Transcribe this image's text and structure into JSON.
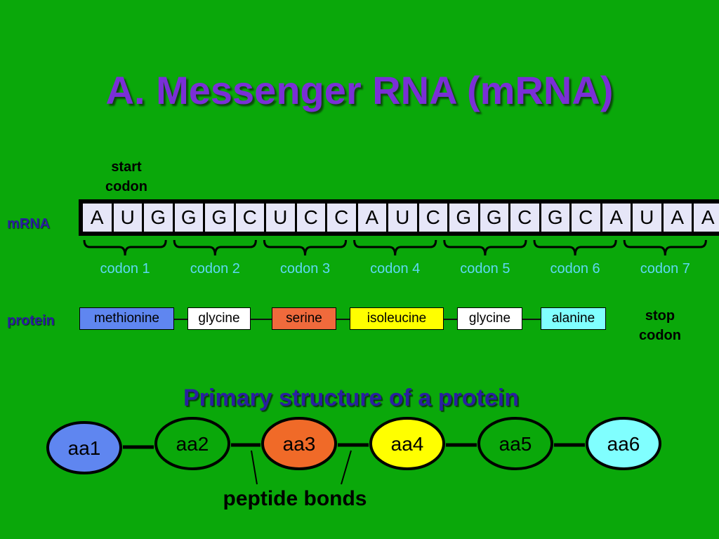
{
  "title": "A. Messenger RNA (mRNA)",
  "start_label_line1": "start",
  "start_label_line2": "codon",
  "mrna_label": "mRNA",
  "protein_label": "protein",
  "bases": [
    "A",
    "U",
    "G",
    "G",
    "G",
    "C",
    "U",
    "C",
    "C",
    "A",
    "U",
    "C",
    "G",
    "G",
    "C",
    "G",
    "C",
    "A",
    "U",
    "A",
    "A"
  ],
  "codons": [
    "codon 1",
    "codon 2",
    "codon 3",
    "codon 4",
    "codon 5",
    "codon 6",
    "codon 7"
  ],
  "amino_acids": [
    {
      "name": "methionine",
      "color": "#5f86f0"
    },
    {
      "name": "glycine",
      "color": "#ffffff"
    },
    {
      "name": "serine",
      "color": "#f06a3c"
    },
    {
      "name": "isoleucine",
      "color": "#ffff00"
    },
    {
      "name": "glycine",
      "color": "#ffffff"
    },
    {
      "name": "alanine",
      "color": "#80ffff"
    }
  ],
  "stop_label_line1": "stop",
  "stop_label_line2": "codon",
  "subtitle": "Primary structure of a protein",
  "beads": [
    {
      "label": "aa1",
      "color": "#5f86f0"
    },
    {
      "label": "aa2",
      "color": "#0aa80a"
    },
    {
      "label": "aa3",
      "color": "#f06a28"
    },
    {
      "label": "aa4",
      "color": "#ffff00"
    },
    {
      "label": "aa5",
      "color": "#0aa80a"
    },
    {
      "label": "aa6",
      "color": "#80ffff"
    }
  ],
  "peptide_label": "peptide bonds",
  "colors": {
    "background": "#0aa80a",
    "title": "#7a2fd6",
    "codon_text": "#5fd8f5",
    "label_blue": "#2a1fa0"
  }
}
